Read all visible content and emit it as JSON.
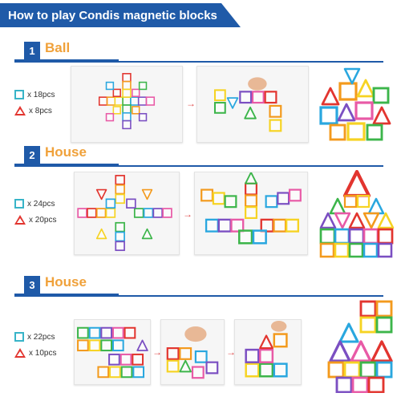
{
  "title": "How to play Condis magnetic blocks",
  "arrow_glyph": "→",
  "sections": [
    {
      "number": "1",
      "label": "Ball",
      "legend": [
        {
          "shape": "square",
          "text": "x 18pcs"
        },
        {
          "shape": "triangle",
          "text": "x 8pcs"
        }
      ]
    },
    {
      "number": "2",
      "label": "House",
      "legend": [
        {
          "shape": "square",
          "text": "x 24pcs"
        },
        {
          "shape": "triangle",
          "text": "x 20pcs"
        }
      ]
    },
    {
      "number": "3",
      "label": "House",
      "legend": [
        {
          "shape": "square",
          "text": "x 22pcs"
        },
        {
          "shape": "triangle",
          "text": "x 10pcs"
        }
      ]
    }
  ],
  "colors": {
    "brand_blue": "#1f5aa8",
    "label_orange": "#f0a13a",
    "arrow_red": "#e04848",
    "square_outline": "#38b4c8",
    "triangle_fill": "#e2352f",
    "tile_palette": [
      "#e2352f",
      "#f39a1d",
      "#f6d323",
      "#3cb54a",
      "#2aa7df",
      "#7b4fc2",
      "#e85aa6"
    ]
  }
}
